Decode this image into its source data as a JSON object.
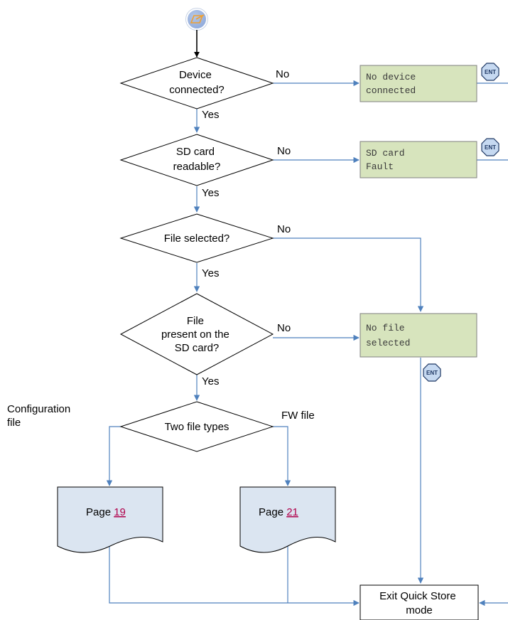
{
  "decisions": {
    "device": [
      "Device",
      "connected?"
    ],
    "sd": [
      "SD card",
      "readable?"
    ],
    "selected": [
      "File selected?"
    ],
    "present": [
      "File",
      "present on the",
      "SD card?"
    ],
    "types": [
      "Two file types"
    ]
  },
  "branch_labels": {
    "no": "No",
    "yes": "Yes",
    "config": [
      "Configuration",
      "file"
    ],
    "fw": "FW file"
  },
  "lcd": {
    "no_device": [
      "No device",
      "connected"
    ],
    "sd_fault": [
      "SD card",
      "Fault"
    ],
    "no_file": [
      "No file",
      "selected"
    ]
  },
  "ent_label": "ENT",
  "pages": {
    "prefix": "Page",
    "config_page": "19",
    "fw_page": "21"
  },
  "exit_box": [
    "Exit Quick Store",
    "mode"
  ],
  "colors": {
    "connector": "#4f81bd",
    "start_arrow": "#000000",
    "lcd_fill": "#d7e4bd",
    "lcd_stroke": "#7f7f7f",
    "doc_fill": "#dbe5f1",
    "ent_fill": "#c6d9f1",
    "link": "#b0004a"
  },
  "icons": {
    "start": "start-node-icon",
    "ent": "ent-key-icon"
  }
}
